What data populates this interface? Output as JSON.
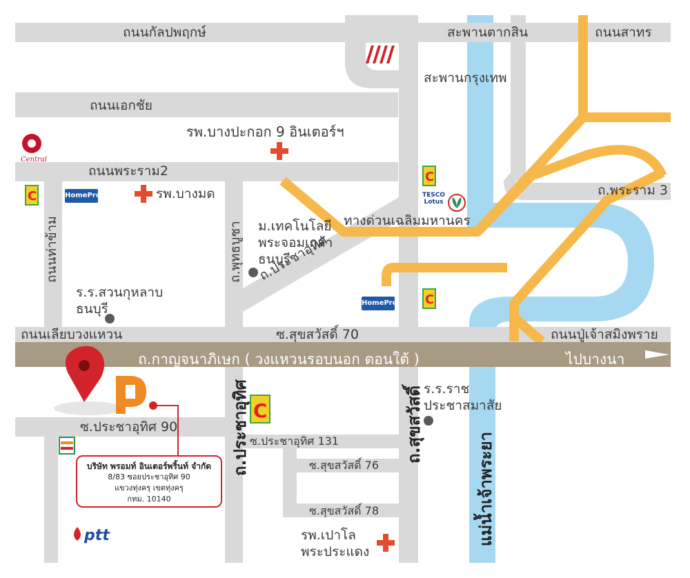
{
  "roads": {
    "kanlapaphruek": "ถนนกัลปพฤกษ์",
    "taksin_bridge": "สะพานตากสิน",
    "sathon": "ถนนสาทร",
    "krungthep_bridge": "สะพานกรุงเทพ",
    "ekkachai": "ถนนเอกชัย",
    "rama2": "ถนนพระราม2",
    "rama3": "ถ.พระราม 3",
    "chaloem_expressway": "ทางด่วนเฉลิมมหานคร",
    "tha_kham": "ถนนท่าข้าม",
    "phutthabucha": "ถ.พุทธบูชา",
    "pracha_uthit_diag": "ถ.ประชาอุทิศ",
    "liap_wongwaen": "ถนนเลียบวงแหวน",
    "sukhumvit70": "ซ.สุขสวัสดิ์ 70",
    "pu_chao_saming_phrai": "ถนนปู่เจ้าสมิงพราย",
    "kanchanaphisek": "ถ.กาญจนาภิเษก ( วงแหวนรอบนอก ตอนใต้ )",
    "to_bangna": "ไปบางนา",
    "pracha_uthit_main": "ถ.ประชาอุทิศ",
    "suksawat_main": "ถ.สุขสวัสดิ์",
    "soi_pracha_uthit_90": "ซ.ประชาอุทิศ 90",
    "soi_pracha_uthit_131": "ซ.ประชาอุทิศ 131",
    "soi_suksawat_76": "ซ.สุขสวัสดิ์ 76",
    "soi_suksawat_78": "ซ.สุขสวัสดิ์ 78",
    "chao_phraya": "แม่น้ำเจ้าพระยา"
  },
  "places": {
    "bangpakok_hospital": "รพ.บางปะกอก 9 อินเตอร์ฯ",
    "bangmod_hospital": "รพ.บางมด",
    "kmutt": "ม.เทคโนโลยี\nพระจอมเกล้า\nธนบุรี",
    "suan_kularb": "ร.ร.สวนกุหลาบ\nธนบุรี",
    "rajprachasamasai": "ร.ร.ราช\nประชาสมาสัย",
    "paolo_hospital": "รพ.เปาโล\nพระประแดง"
  },
  "company": {
    "name": "บริษัท พรอมท์ อินเตอร์พริ้นท์ จำกัด",
    "address1": "8/83 ซอยประชาอุทิศ 90",
    "address2": "แขวงทุ่งครุ  เขตทุ่งครุ",
    "address3": "กทม. 10140"
  },
  "logos": {
    "central": "Central",
    "homepro": "HomePro",
    "tesco": "TESCO\nLotus",
    "ptt": "ptt"
  },
  "colors": {
    "road": "#d9d9d9",
    "expressway": "#f6b84b",
    "main_road": "#a89a83",
    "river": "#a7d8f2",
    "accent": "#d2232a"
  }
}
